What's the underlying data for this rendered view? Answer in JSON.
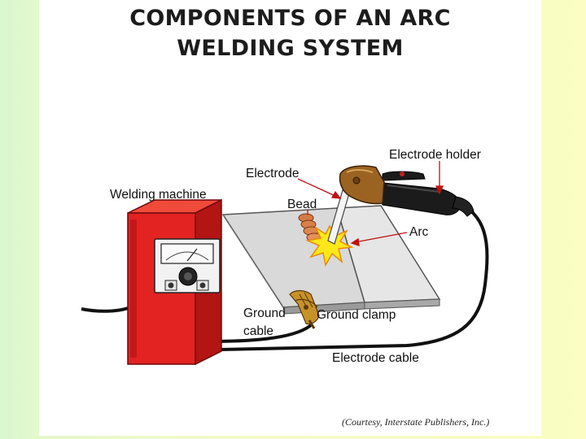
{
  "title": {
    "line1": "COMPONENTS OF AN ARC",
    "line2": "WELDING SYSTEM"
  },
  "labels": {
    "electrode_holder": "Electrode holder",
    "electrode": "Electrode",
    "welding_machine": "Welding machine",
    "bead": "Bead",
    "arc": "Arc",
    "ground_cable_line1": "Ground",
    "ground_cable_line2": "cable",
    "ground_clamp": "Ground clamp",
    "electrode_cable": "Electrode cable"
  },
  "credit": "(Courtesy, Interstate Publishers, Inc.)",
  "colors": {
    "machine_red": "#e32222",
    "machine_dark_red": "#a80f0f",
    "plate": "#dcdcdc",
    "cable": "#111111",
    "holder_handle": "#8b5a1e",
    "clamp": "#c8922a",
    "arc_yellow": "#ffe81a",
    "pointer_red": "#cc1111",
    "bead": "#d97a44"
  }
}
